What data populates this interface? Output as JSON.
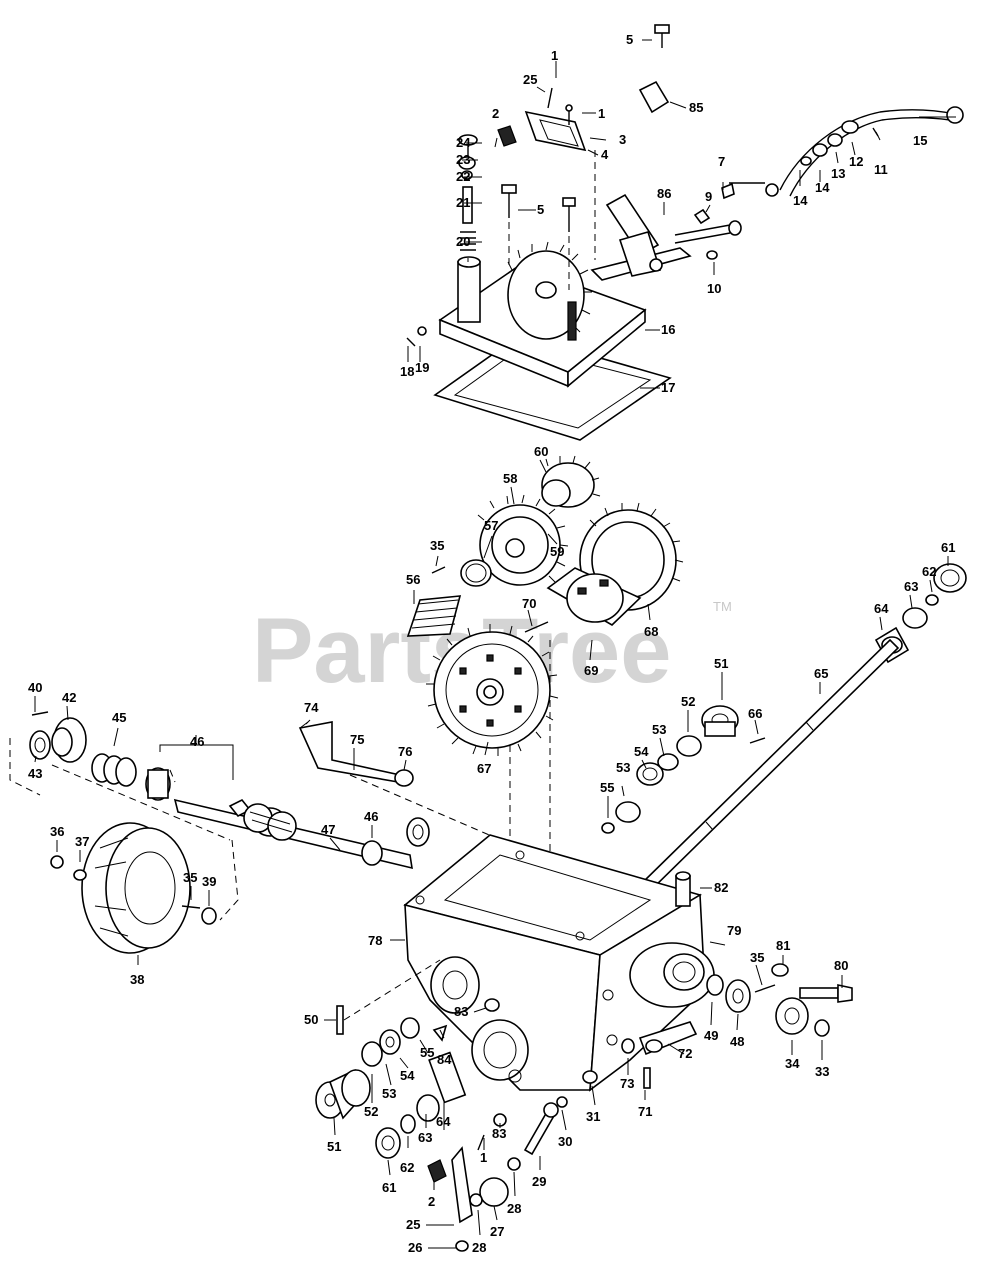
{
  "watermark": {
    "text": "PartsTree",
    "trademark": "TM"
  },
  "callouts": [
    {
      "id": "c5a",
      "text": "5"
    },
    {
      "id": "c1a",
      "text": "1"
    },
    {
      "id": "c25a",
      "text": "25"
    },
    {
      "id": "c1b",
      "text": "1"
    },
    {
      "id": "c85",
      "text": "85"
    },
    {
      "id": "c2a",
      "text": "2"
    },
    {
      "id": "c24",
      "text": "24"
    },
    {
      "id": "c3",
      "text": "3"
    },
    {
      "id": "c4",
      "text": "4"
    },
    {
      "id": "c23",
      "text": "23"
    },
    {
      "id": "c22",
      "text": "22"
    },
    {
      "id": "c21",
      "text": "21"
    },
    {
      "id": "c5b",
      "text": "5"
    },
    {
      "id": "c20",
      "text": "20"
    },
    {
      "id": "c7",
      "text": "7"
    },
    {
      "id": "c86",
      "text": "86"
    },
    {
      "id": "c9",
      "text": "9"
    },
    {
      "id": "c10",
      "text": "10"
    },
    {
      "id": "c15",
      "text": "15"
    },
    {
      "id": "c11",
      "text": "11"
    },
    {
      "id": "c12",
      "text": "12"
    },
    {
      "id": "c13",
      "text": "13"
    },
    {
      "id": "c14a",
      "text": "14"
    },
    {
      "id": "c14b",
      "text": "14"
    },
    {
      "id": "c16",
      "text": "16"
    },
    {
      "id": "c17",
      "text": "17"
    },
    {
      "id": "c18",
      "text": "18"
    },
    {
      "id": "c19",
      "text": "19"
    },
    {
      "id": "c60",
      "text": "60"
    },
    {
      "id": "c58",
      "text": "58"
    },
    {
      "id": "c59",
      "text": "59"
    },
    {
      "id": "c57",
      "text": "57"
    },
    {
      "id": "c35a",
      "text": "35"
    },
    {
      "id": "c56",
      "text": "56"
    },
    {
      "id": "c70",
      "text": "70"
    },
    {
      "id": "c68",
      "text": "68"
    },
    {
      "id": "c69",
      "text": "69"
    },
    {
      "id": "c61a",
      "text": "61"
    },
    {
      "id": "c62a",
      "text": "62"
    },
    {
      "id": "c63a",
      "text": "63"
    },
    {
      "id": "c64a",
      "text": "64"
    },
    {
      "id": "c65",
      "text": "65"
    },
    {
      "id": "c51a",
      "text": "51"
    },
    {
      "id": "c52a",
      "text": "52"
    },
    {
      "id": "c66",
      "text": "66"
    },
    {
      "id": "c53a",
      "text": "53"
    },
    {
      "id": "c54a",
      "text": "54"
    },
    {
      "id": "c53b",
      "text": "53"
    },
    {
      "id": "c55a",
      "text": "55"
    },
    {
      "id": "c67",
      "text": "67"
    },
    {
      "id": "c40",
      "text": "40"
    },
    {
      "id": "c42",
      "text": "42"
    },
    {
      "id": "c45",
      "text": "45"
    },
    {
      "id": "c46a",
      "text": "46"
    },
    {
      "id": "c74",
      "text": "74"
    },
    {
      "id": "c75",
      "text": "75"
    },
    {
      "id": "c76",
      "text": "76"
    },
    {
      "id": "c43",
      "text": "43"
    },
    {
      "id": "c47",
      "text": "47"
    },
    {
      "id": "c46b",
      "text": "46"
    },
    {
      "id": "c36",
      "text": "36"
    },
    {
      "id": "c37",
      "text": "37"
    },
    {
      "id": "c35b",
      "text": "35"
    },
    {
      "id": "c39",
      "text": "39"
    },
    {
      "id": "c38",
      "text": "38"
    },
    {
      "id": "c82",
      "text": "82"
    },
    {
      "id": "c78",
      "text": "78"
    },
    {
      "id": "c79",
      "text": "79"
    },
    {
      "id": "c81",
      "text": "81"
    },
    {
      "id": "c35c",
      "text": "35"
    },
    {
      "id": "c80",
      "text": "80"
    },
    {
      "id": "c50",
      "text": "50"
    },
    {
      "id": "c83a",
      "text": "83"
    },
    {
      "id": "c49",
      "text": "49"
    },
    {
      "id": "c48",
      "text": "48"
    },
    {
      "id": "c34",
      "text": "34"
    },
    {
      "id": "c33",
      "text": "33"
    },
    {
      "id": "c84",
      "text": "84"
    },
    {
      "id": "c55b",
      "text": "55"
    },
    {
      "id": "c54b",
      "text": "54"
    },
    {
      "id": "c53c",
      "text": "53"
    },
    {
      "id": "c52b",
      "text": "52"
    },
    {
      "id": "c73",
      "text": "73"
    },
    {
      "id": "c72",
      "text": "72"
    },
    {
      "id": "c71",
      "text": "71"
    },
    {
      "id": "c51b",
      "text": "51"
    },
    {
      "id": "c63b",
      "text": "63"
    },
    {
      "id": "c64b",
      "text": "64"
    },
    {
      "id": "c83b",
      "text": "83"
    },
    {
      "id": "c31",
      "text": "31"
    },
    {
      "id": "c30",
      "text": "30"
    },
    {
      "id": "c62b",
      "text": "62"
    },
    {
      "id": "c1c",
      "text": "1"
    },
    {
      "id": "c29",
      "text": "29"
    },
    {
      "id": "c61b",
      "text": "61"
    },
    {
      "id": "c2b",
      "text": "2"
    },
    {
      "id": "c28a",
      "text": "28"
    },
    {
      "id": "c27",
      "text": "27"
    },
    {
      "id": "c25b",
      "text": "25"
    },
    {
      "id": "c26",
      "text": "26"
    },
    {
      "id": "c28b",
      "text": "28"
    }
  ]
}
